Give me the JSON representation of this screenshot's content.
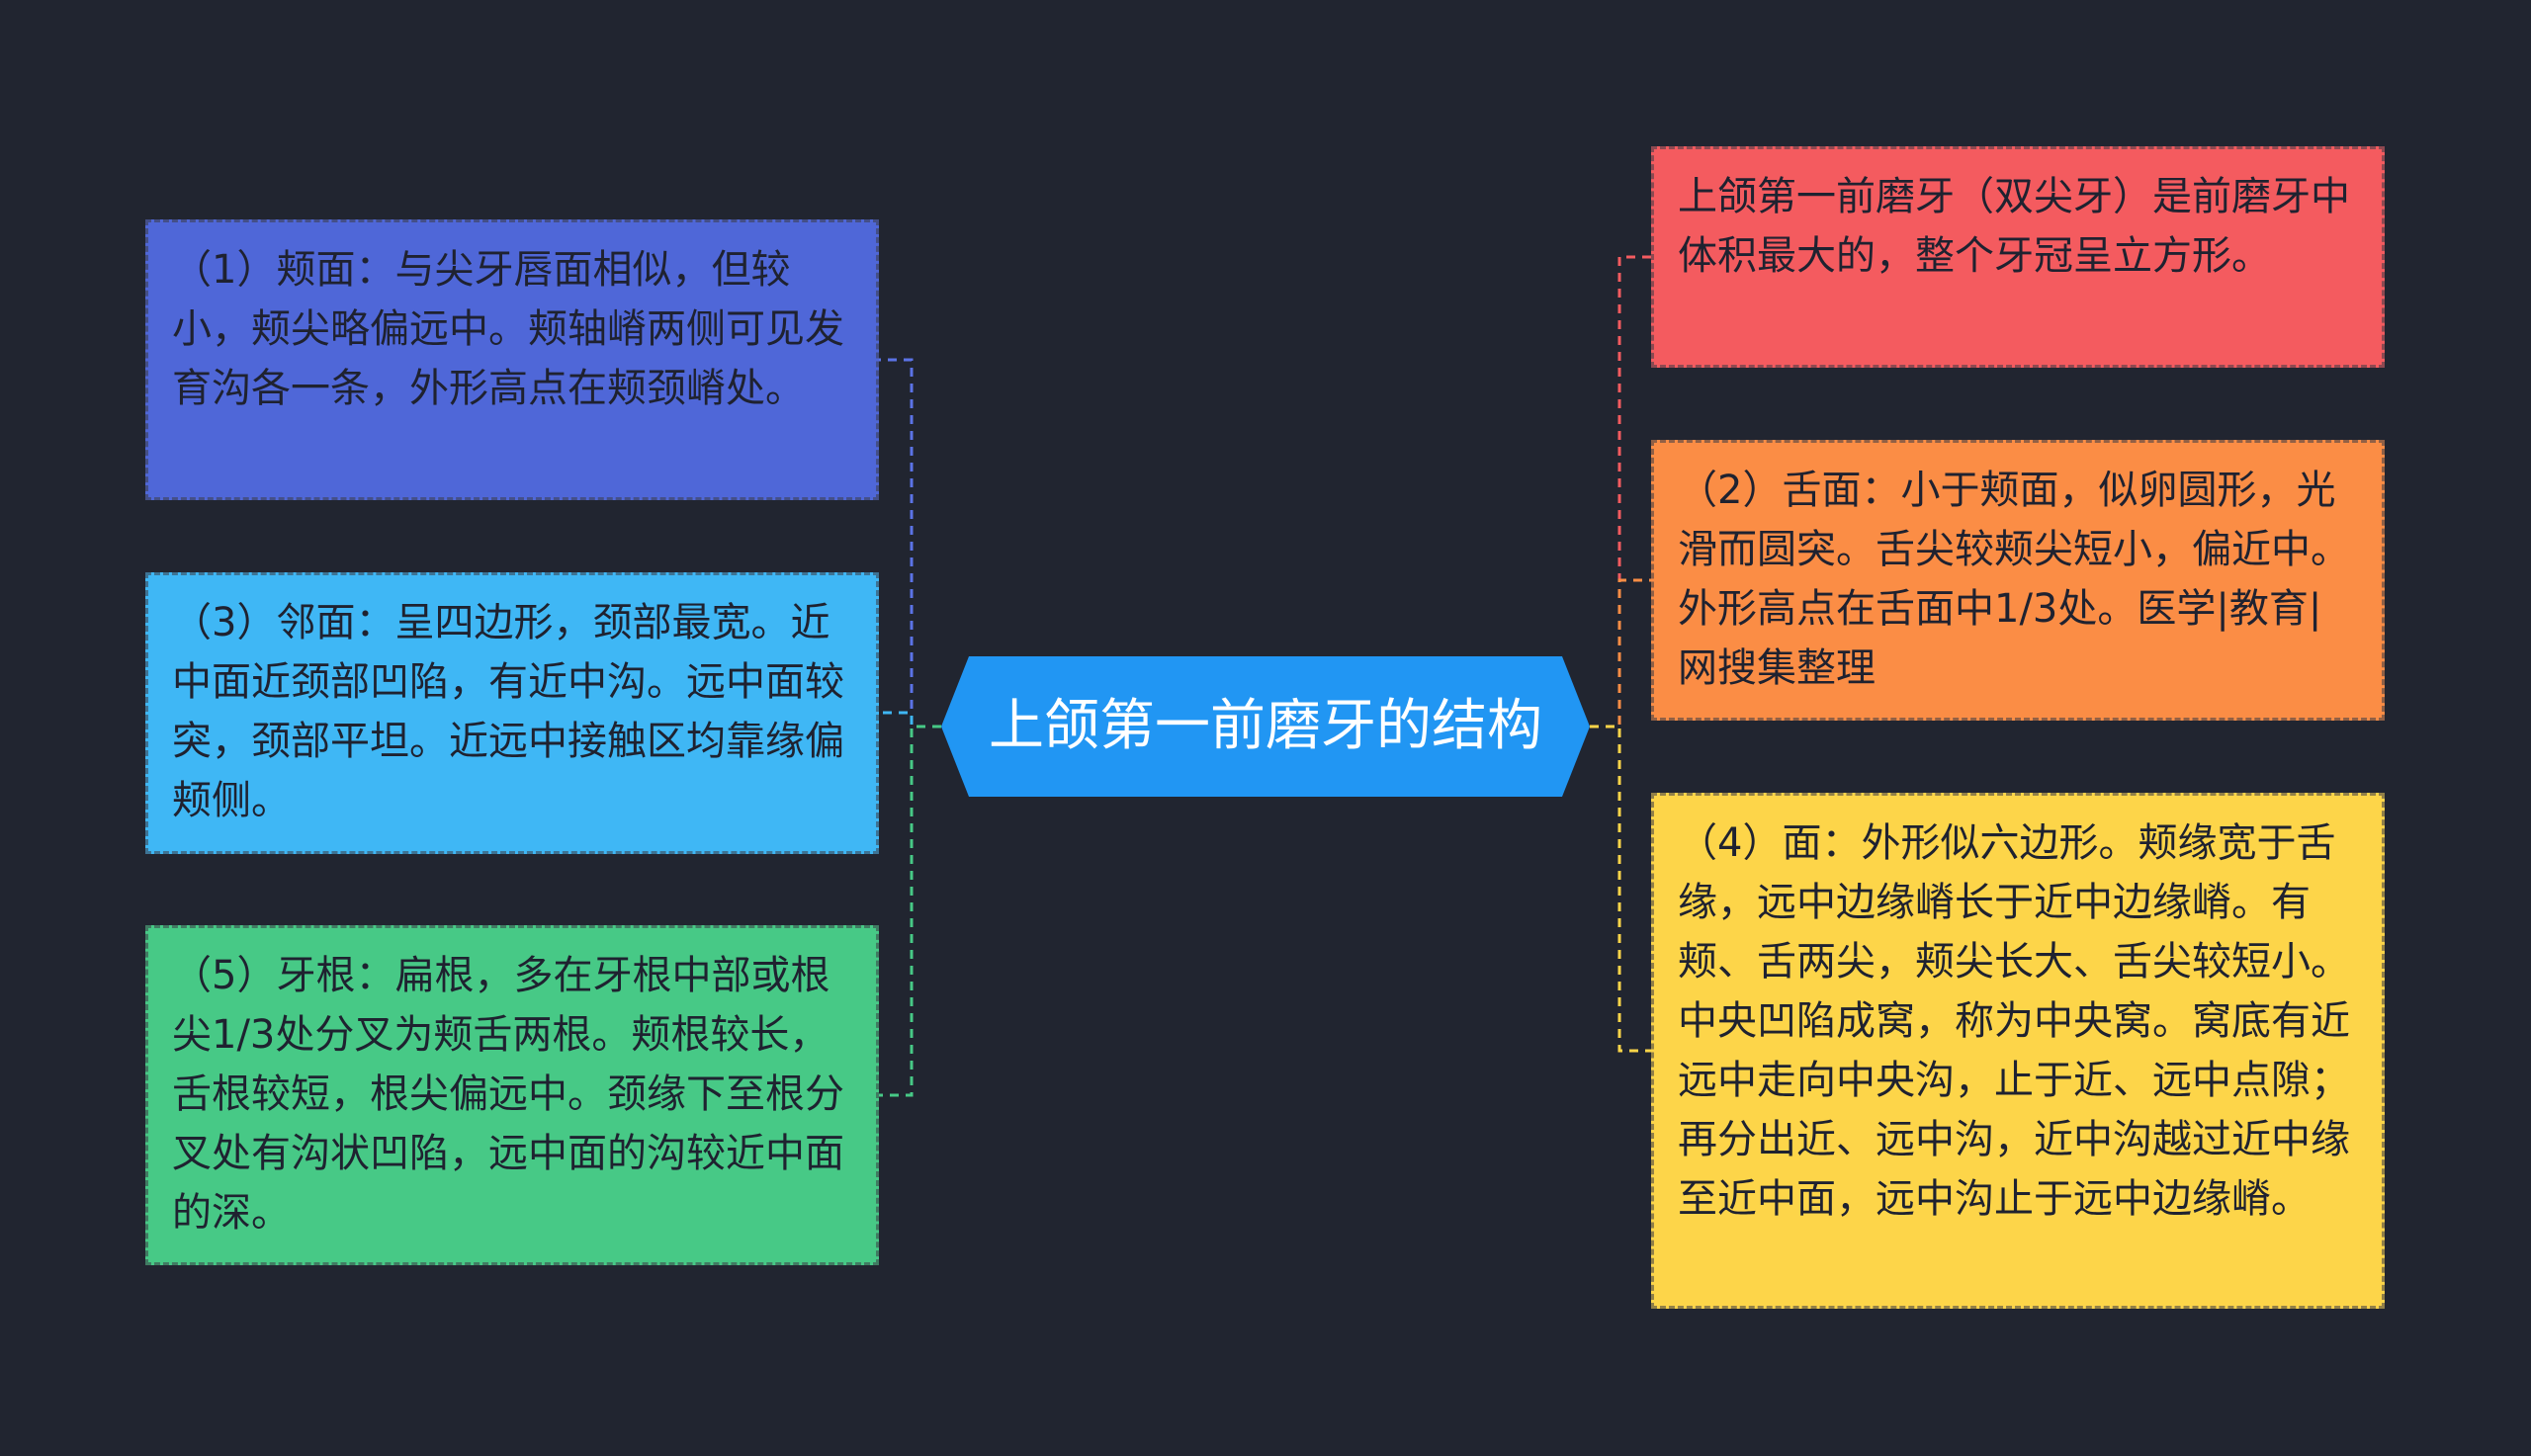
{
  "center": {
    "title": "上颌第一前磨牙的结构",
    "color": "#2196f3"
  },
  "nodes": {
    "top": {
      "text": "上颌第一前磨牙（双尖牙）是前磨牙中体积最大的，整个牙冠呈立方形。",
      "color": "#f45b5f",
      "connector_color": "#f45b5f"
    },
    "n1": {
      "text": "（1）颊面：与尖牙唇面相似，但较小，颊尖略偏远中。颊轴嵴两侧可见发育沟各一条，外形高点在颊颈嵴处。",
      "color": "#4f67d8",
      "connector_color": "#5b73e6"
    },
    "n2": {
      "text": "（2）舌面：小于颊面，似卵圆形，光滑而圆突。舌尖较颊尖短小，偏近中。外形高点在舌面中1/3处。医学|教育|网搜集整理",
      "color": "#fb8d45",
      "connector_color": "#fb8d45"
    },
    "n3": {
      "text": "（3）邻面：呈四边形，颈部最宽。近中面近颈部凹陷，有近中沟。远中面较突，颈部平坦。近远中接触区均靠缘偏颊侧。",
      "color": "#3fb7f5",
      "connector_color": "#3fb7f5"
    },
    "n4": {
      "text": "（4）面：外形似六边形。颊缘宽于舌缘，远中边缘嵴长于近中边缘嵴。有颊、舌两尖，颊尖长大、舌尖较短小。中央凹陷成窝，称为中央窝。窝底有近远中走向中央沟，止于近、远中点隙；再分出近、远中沟，近中沟越过近中缘至近中面，远中沟止于远中边缘嵴。",
      "color": "#fdd549",
      "connector_color": "#fdd549"
    },
    "n5": {
      "text": "（5）牙根：扁根，多在牙根中部或根尖1/3处分叉为颊舌两根。颊根较长，舌根较短，根尖偏远中。颈缘下至根分叉处有沟状凹陷，远中面的沟较近中面的深。",
      "color": "#47c986",
      "connector_color": "#47c986"
    }
  }
}
